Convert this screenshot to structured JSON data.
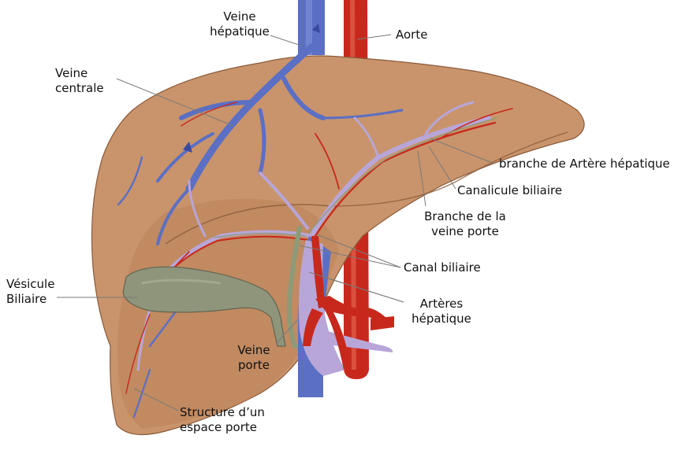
{
  "labels": {
    "veine_hepatique": [
      "Veine",
      "hépatique"
    ],
    "aorte": "Aorte",
    "veine_centrale": [
      "Veine",
      "centrale"
    ],
    "branche_artere_hepatique": "branche de Artère hépatique",
    "canalicule_biliaire": "Canalicule biliaire",
    "branche_veine_porte": [
      "Branche de la",
      "veine porte"
    ],
    "canal_biliaire": "Canal biliaire",
    "vesicule_biliaire": [
      "Vésicule",
      "Biliaire"
    ],
    "arteres_hepatique": [
      "Artères",
      "hépatique"
    ],
    "veine_porte": [
      "Veine",
      "porte"
    ],
    "structure_espace_porte": [
      "Structure d’un",
      "espace porte"
    ]
  },
  "colors": {
    "liver": "#c9946b",
    "liver_dark": "#a8714c",
    "vein_blue": "#5b6fc4",
    "portal_purple": "#b8a6d8",
    "artery_red": "#c8281c",
    "gallbladder": "#8f957a",
    "bile_green": "#8c9a78",
    "leader": "#7a7a7a"
  }
}
